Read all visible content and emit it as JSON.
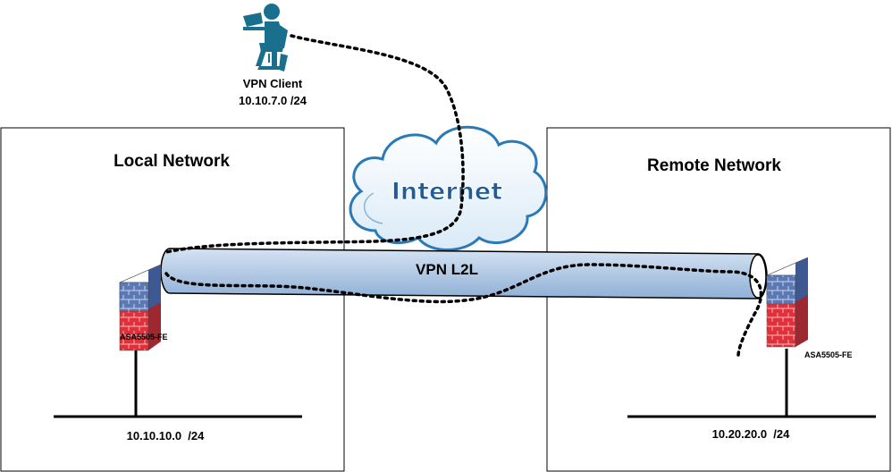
{
  "vpn_client": {
    "label": "VPN Client",
    "subnet": "10.10.7.0 /24",
    "icon": "person-laptop-icon",
    "color": "#1a6f8f"
  },
  "local_network": {
    "title": "Local Network",
    "firewall_label": "ASA5505-FE",
    "subnet": "10.10.10.0  /24"
  },
  "remote_network": {
    "title": "Remote Network",
    "firewall_label": "ASA5505-FE",
    "subnet": "10.20.20.0  /24"
  },
  "internet": {
    "label": "Internet",
    "icon": "cloud-icon"
  },
  "tunnel": {
    "label": "VPN L2L",
    "color": "#b6cce6"
  },
  "firewall_colors": {
    "top": "#5b79b5",
    "bottom": "#e0303a"
  }
}
